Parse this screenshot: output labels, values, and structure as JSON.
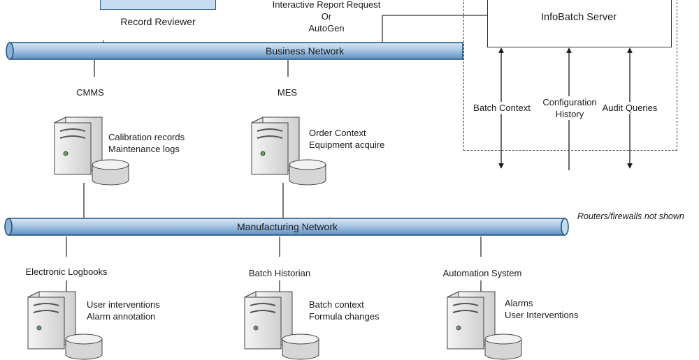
{
  "top": {
    "record_reviewer_label": "Record Reviewer",
    "report_request_lines": [
      "Interactive Report Request",
      "Or",
      "AutoGen"
    ],
    "infobatch_server_label": "InfoBatch Server"
  },
  "networks": {
    "business": "Business Network",
    "manufacturing": "Manufacturing Network"
  },
  "infobatch_links": {
    "batch_context": "Batch Context",
    "configuration_history_lines": [
      "Configuration",
      "History"
    ],
    "audit_queries": "Audit Queries"
  },
  "note": "Routers/firewalls not shown",
  "business_systems": [
    {
      "name": "CMMS",
      "details": [
        "Calibration records",
        "Maintenance logs"
      ]
    },
    {
      "name": "MES",
      "details": [
        "Order Context",
        "Equipment acquire"
      ]
    }
  ],
  "manufacturing_systems": [
    {
      "name": "Electronic Logbooks",
      "details": [
        "User interventions",
        "Alarm annotation"
      ]
    },
    {
      "name": "Batch Historian",
      "details": [
        "Batch context",
        "Formula changes"
      ]
    },
    {
      "name": "Automation System",
      "details": [
        "Alarms",
        "User Interventions"
      ]
    }
  ],
  "colors": {
    "pipe_fill": "#a9c7e4",
    "pipe_stroke": "#1f4e79",
    "server_fill": "#e9e9e9",
    "server_stroke": "#444444"
  }
}
